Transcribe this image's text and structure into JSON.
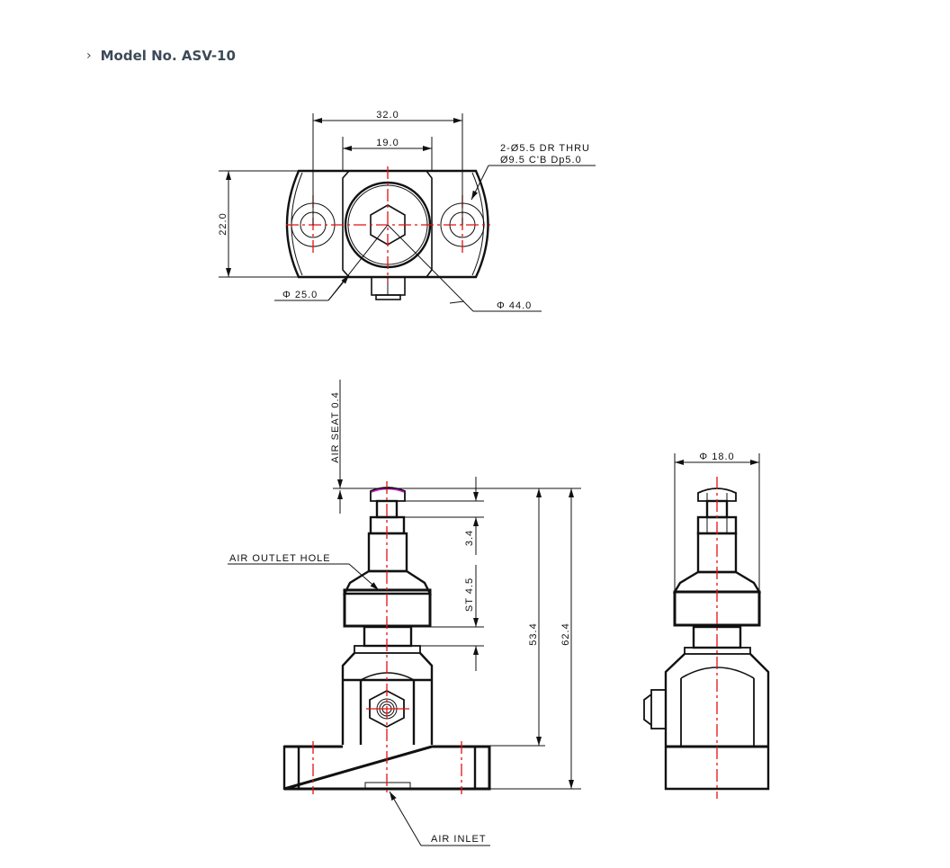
{
  "header": {
    "chevron_icon": "chevron-right-icon",
    "title": "Model No. ASV-10"
  },
  "top_view": {
    "dim_width_outer": "32.0",
    "dim_width_inner": "19.0",
    "dim_height": "22.0",
    "hole_note_line1": "2-Ø5.5 DR THRU",
    "hole_note_line2": "Ø9.5 C'B Dp5.0",
    "dim_dia_small": "Φ 25.0",
    "dim_dia_large": "Φ 44.0"
  },
  "front_view": {
    "air_seat": "AIR SEAT 0.4",
    "air_outlet_hole": "AIR OUTLET HOLE",
    "air_inlet": "AIR INLET",
    "dim_3_4": "3.4",
    "dim_stroke": "ST 4.5",
    "dim_53_4": "53.4",
    "dim_62_4": "62.4"
  },
  "side_view": {
    "dim_dia": "Φ 18.0"
  },
  "colors": {
    "outline": "#111111",
    "centerline": "#e41010",
    "seat": "#d020d0",
    "title": "#3d4a57"
  }
}
